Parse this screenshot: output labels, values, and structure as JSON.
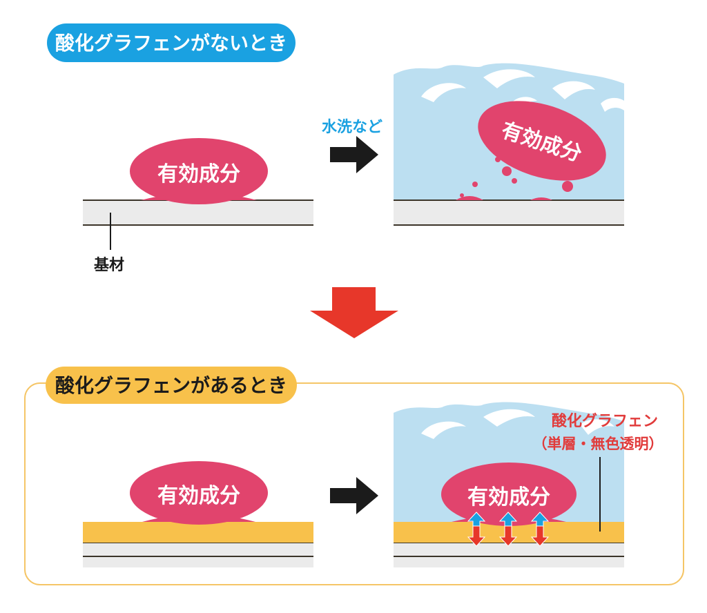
{
  "labels": {
    "without_title": "酸化グラフェンがないとき",
    "with_title": "酸化グラフェンがあるとき",
    "active_ingredient": "有効成分",
    "wash_action": "水洗など",
    "substrate": "基材",
    "go_layer_name": "酸化グラフェン",
    "go_layer_detail": "（単層・無色透明）"
  },
  "colors": {
    "blue_badge": "#1aa1e1",
    "yellow_badge": "#f8c14b",
    "ingredient": "#e1446d",
    "water": "#bcdff1",
    "substrate": "#ebebeb",
    "go_layer": "#f8c14b",
    "transition_arrow": "#e7372a",
    "black_arrow": "#1b1b1b",
    "outline": "#f5c566",
    "red_text": "#e13b3b",
    "blue_text": "#1aa1e1"
  }
}
